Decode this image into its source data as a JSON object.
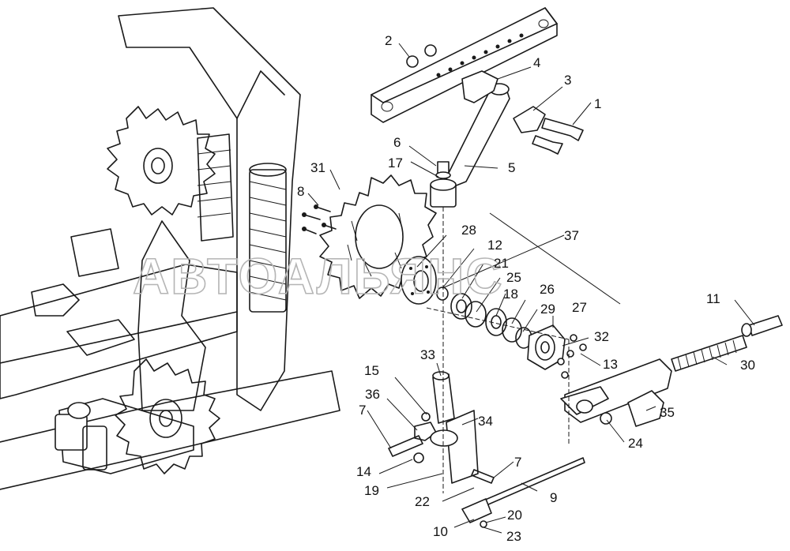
{
  "watermark": "АВТОАЛЬЯНС",
  "callouts": [
    "1",
    "2",
    "3",
    "4",
    "5",
    "6",
    "7",
    "7",
    "8",
    "9",
    "10",
    "11",
    "12",
    "13",
    "14",
    "15",
    "17",
    "18",
    "19",
    "20",
    "21",
    "22",
    "23",
    "24",
    "25",
    "26",
    "27",
    "28",
    "29",
    "30",
    "31",
    "32",
    "33",
    "34",
    "35",
    "36",
    "37"
  ]
}
